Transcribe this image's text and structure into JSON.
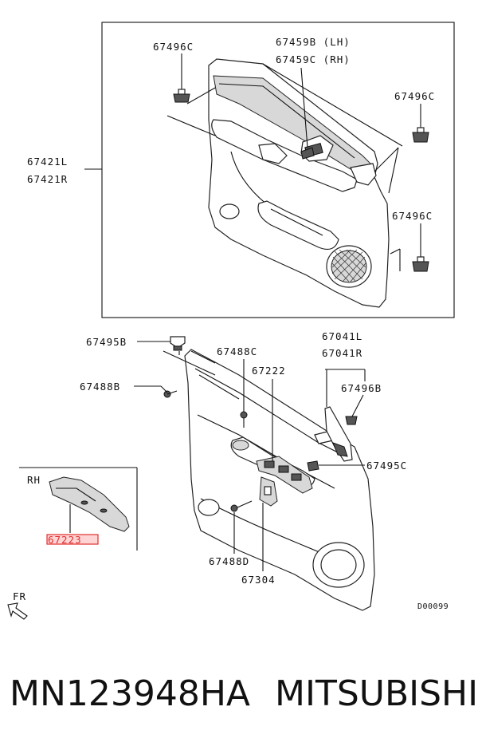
{
  "diagram": {
    "labels": {
      "clip_top_left": "67496C",
      "lamp_lh": "67459B (LH)",
      "lamp_rh": "67459C (RH)",
      "clip_top_right": "67496C",
      "panel_l": "67421L",
      "panel_r": "67421R",
      "clip_mid_right": "67496C",
      "clip_b": "67495B",
      "screw_c": "67488C",
      "switch_panel": "67222",
      "trim_l": "67041L",
      "trim_r": "67041R",
      "clip_b2": "67496B",
      "screw_b": "67488B",
      "clip_c": "67495C",
      "rh_tag": "RH",
      "inset_part": "67223",
      "screw_d": "67488D",
      "bracket": "67304",
      "front": "FR",
      "diagram_code": "D00099"
    },
    "highlight_part": "67223",
    "highlight_color": "#e03030"
  },
  "footer": {
    "part_number": "MN123948HA",
    "brand": "MITSUBISHI"
  }
}
